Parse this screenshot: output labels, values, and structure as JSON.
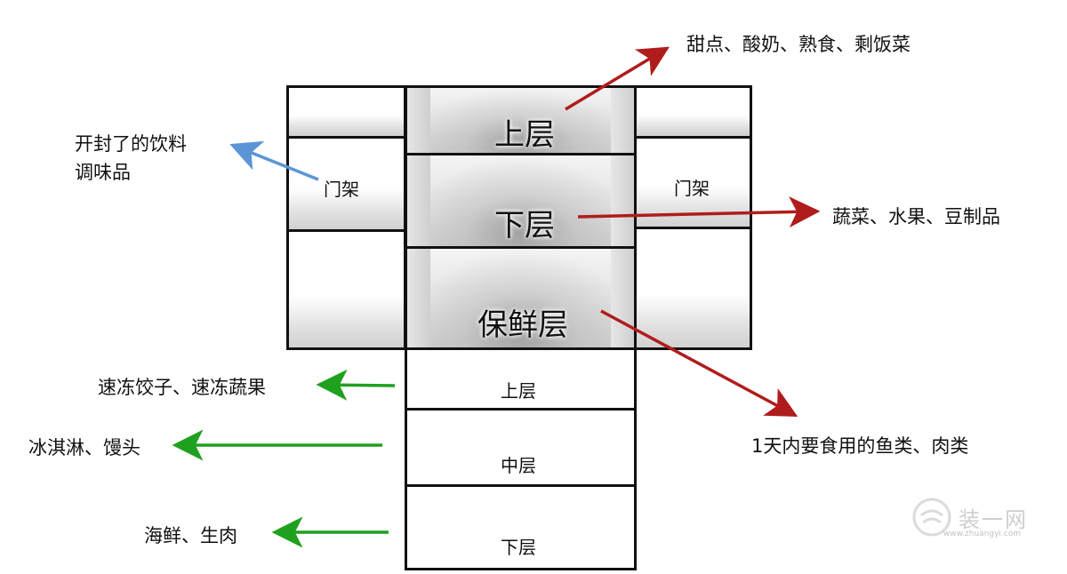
{
  "fridge": {
    "upper_shelf": "上层",
    "lower_shelf": "下层",
    "crisper": "保鲜层",
    "door_left": "门架",
    "door_right": "门架",
    "freezer_upper": "上层",
    "freezer_middle": "中层",
    "freezer_lower": "下层"
  },
  "annotations": {
    "upper_shelf_items": "甜点、酸奶、熟食、剩饭菜",
    "lower_shelf_items": "蔬菜、水果、豆制品",
    "crisper_items": "1天内要食用的鱼类、肉类",
    "door_items_line1": "开封了的饮料",
    "door_items_line2": "调味品",
    "freezer_upper_items": "速冻饺子、速冻蔬果",
    "freezer_middle_items": "冰淇淋、馒头",
    "freezer_lower_items": "海鲜、生肉"
  },
  "watermark": {
    "text": "装一网",
    "sub": "www.zhuangyi.com"
  },
  "colors": {
    "red_arrow": "#b01c1c",
    "blue_arrow": "#5b95d6",
    "green_arrow": "#1fa11f"
  }
}
